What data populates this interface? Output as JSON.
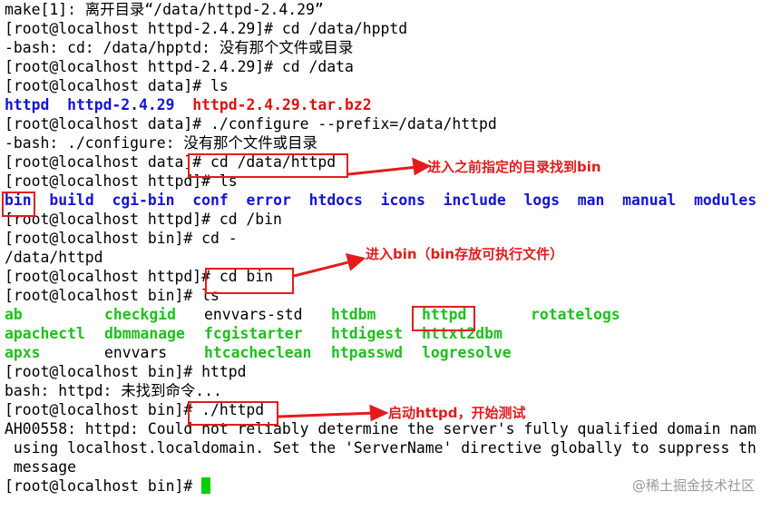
{
  "terminal": {
    "lines": [
      "make[1]: 离开目录“/data/httpd-2.4.29”",
      "[root@localhost httpd-2.4.29]# cd /data/hpptd",
      "-bash: cd: /data/hpptd: 没有那个文件或目录",
      "[root@localhost httpd-2.4.29]# cd /data",
      "[root@localhost data]# ls",
      "",
      "[root@localhost data]# ./configure --prefix=/data/httpd",
      "-bash: ./configure: 没有那个文件或目录",
      "[root@localhost data]# cd /data/httpd",
      "[root@localhost httpd]# ls",
      "",
      "[root@localhost httpd]# cd /bin",
      "[root@localhost bin]# cd -",
      "/data/httpd",
      "[root@localhost httpd]# cd bin",
      "[root@localhost bin]# ls",
      "",
      "",
      "",
      "[root@localhost bin]# httpd",
      "bash: httpd: 未找到命令...",
      "[root@localhost bin]# ./httpd",
      "AH00558: httpd: Could not reliably determine the server's fully qualified domain nam",
      " using localhost.localdomain. Set the 'ServerName' directive globally to suppress th",
      " message",
      "[root@localhost bin]# "
    ],
    "ls_data": [
      "httpd",
      "httpd-2.4.29",
      "httpd-2.4.29.tar.bz2"
    ],
    "ls_httpd": [
      "bin",
      "build",
      "cgi-bin",
      "conf",
      "error",
      "htdocs",
      "icons",
      "include",
      "logs",
      "man",
      "manual",
      "modules"
    ],
    "ls_bin_rows": [
      [
        "ab",
        "checkgid",
        "envvars-std",
        "htdbm",
        "httpd",
        "rotatelogs"
      ],
      [
        "apachectl",
        "dbmmanage",
        "fcgistarter",
        "htdigest",
        "httxt2dbm",
        ""
      ],
      [
        "apxs",
        "envvars",
        "htcacheclean",
        "htpasswd",
        "logresolve",
        ""
      ]
    ]
  },
  "annotations": [
    "进入之前指定的目录找到bin",
    "进入bin（bin存放可执行文件）",
    "启动httpd，开始测试"
  ],
  "watermark": "@稀土掘金技术社区",
  "colors": {
    "directory": "#1414d6",
    "archive": "#dd1111",
    "executable": "#1fbf1f",
    "annotation": "#e21c1c",
    "cursor": "#00d000"
  }
}
